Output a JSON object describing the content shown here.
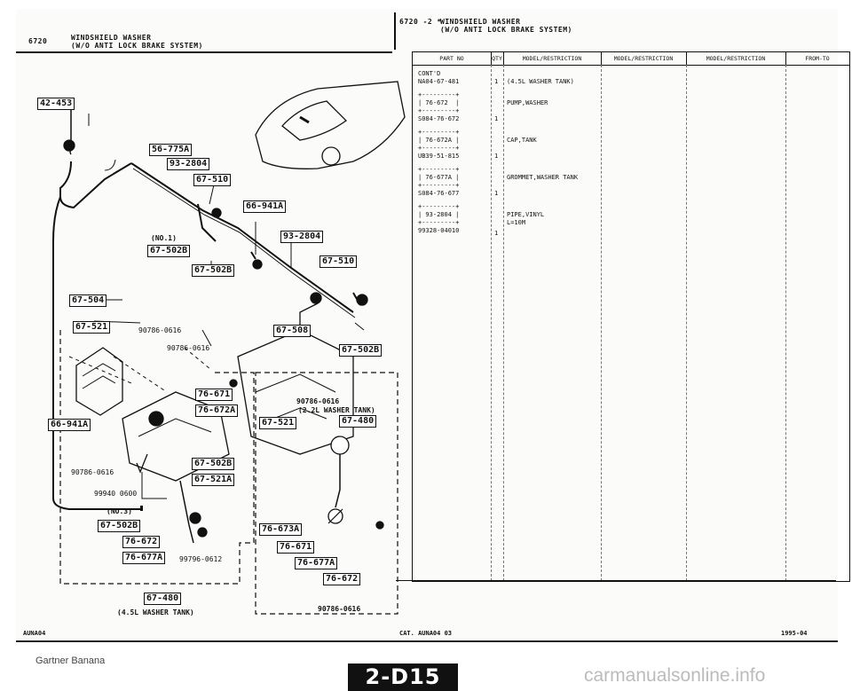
{
  "header": {
    "left_code": "6720",
    "left_title": "WINDSHIELD WASHER\n(W/O ANTI LOCK BRAKE SYSTEM)",
    "right_code": "6720 -2 *",
    "right_title": "WINDSHIELD WASHER\n(W/O ANTI LOCK BRAKE SYSTEM)"
  },
  "illustration": {
    "callouts": [
      "42-453",
      "56-775A",
      "93-2804",
      "67-510",
      "66-941A",
      "93-2804",
      "67-502B",
      "67-502B",
      "67-510",
      "67-504",
      "67-521",
      "67-508",
      "67-502B",
      "76-671",
      "76-672A",
      "66-941A",
      "67-521",
      "67-480",
      "67-502B",
      "67-521A",
      "67-502B",
      "76-672",
      "76-677A",
      "67-480",
      "76-673A",
      "76-671",
      "76-677A",
      "76-672"
    ],
    "notes": {
      "no1": "(NO.1)",
      "no3": "(NO.3)",
      "clip1": "90786-0616",
      "clip2": "90786-0616",
      "clip3": "90786-0616",
      "clip4": "90786-0616",
      "clip5": "90786-0616",
      "grommet": "99940 0600",
      "bolt": "99796-0612",
      "tank_small": "(4.5L WASHER TANK)",
      "tank_large": "(2.2L WASHER TANK)"
    }
  },
  "table": {
    "headers": [
      "PART NO",
      "QTY",
      "MODEL/RESTRICTION",
      "MODEL/RESTRICTION",
      "MODEL/RESTRICTION",
      "FROM-TO"
    ],
    "rows": [
      {
        "part": "CONT'D\nNA04-67-481",
        "qty": "1",
        "desc": "(4.5L WASHER TANK)"
      },
      {
        "part": "+---------+\n| 76-672  |\n+---------+\nS084-76-672",
        "qty": "1",
        "desc": "PUMP,WASHER"
      },
      {
        "part": "+---------+\n| 76-672A |\n+---------+\nUB39-51-815",
        "qty": "1",
        "desc": "CAP,TANK"
      },
      {
        "part": "+---------+\n| 76-677A |\n+---------+\nS084-76-677",
        "qty": "1",
        "desc": "GROMMET,WASHER TANK"
      },
      {
        "part": "+---------+\n| 93-2804 |\n+---------+\n99328-04010",
        "qty": "1",
        "desc": "PIPE,VINYL\nL=10M"
      }
    ]
  },
  "footer": {
    "left_code": "AUNA04",
    "cat": "CAT. AUNA04 03",
    "date": "1995-04",
    "page": "2-D15",
    "watermark_left": "Gartner Banana",
    "watermark_right": "carmanualsonline.info"
  },
  "colors": {
    "ink": "#111111",
    "paper": "#fbfbfa"
  }
}
